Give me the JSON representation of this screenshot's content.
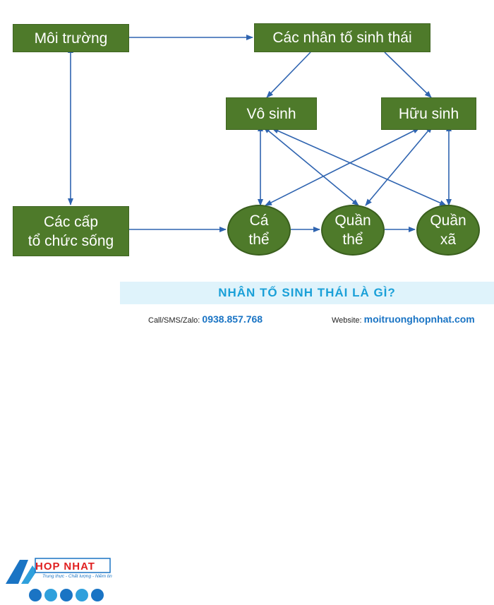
{
  "nodes": {
    "moi_truong": "Môi trường",
    "cac_nhan_to": "Các nhân tố sinh thái",
    "vo_sinh": "Vô sinh",
    "huu_sinh": "Hữu sinh",
    "cac_cap_line1": "Các cấp",
    "cac_cap_line2": "tổ chức sống",
    "ca_the_line1": "Cá",
    "ca_the_line2": "thể",
    "quan_the_line1": "Quần",
    "quan_the_line2": "thể",
    "quan_xa_line1": "Quần",
    "quan_xa_line2": "xã"
  },
  "colors": {
    "node_fill": "#4e7a2a",
    "arrow": "#2f64b0",
    "title": "#1aa0d8",
    "accent_blue": "#1a74c4"
  },
  "footer": {
    "title": "NHÂN TỐ SINH THÁI LÀ GÌ?",
    "contact_label": "Call/SMS/Zalo:",
    "phone": "0938.857.768",
    "website_label": "Website:",
    "website": "moitruonghopnhat.com",
    "logo_text": "HOP NHAT",
    "logo_slogan": "Trung thực - Chất lượng - Niềm tin"
  }
}
